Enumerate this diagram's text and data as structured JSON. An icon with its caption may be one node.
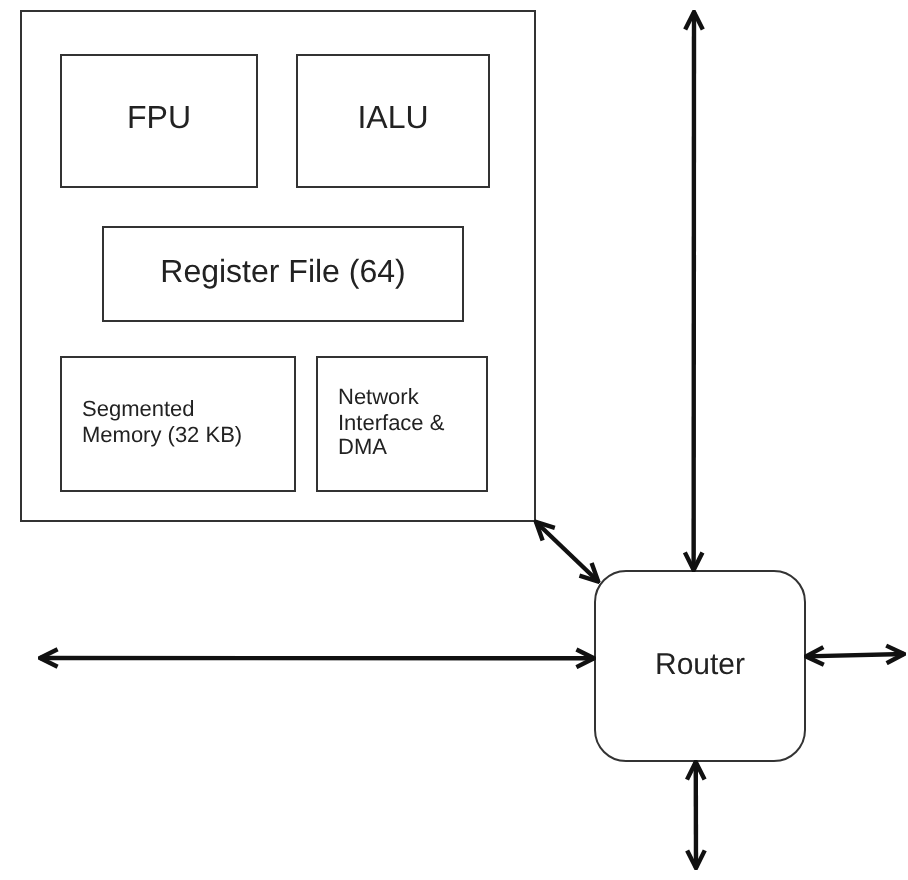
{
  "diagram": {
    "nodes": [
      {
        "text": [],
        "shape": "box"
      },
      {
        "text": [
          "FPU"
        ],
        "in": 0
      },
      {
        "text": [
          "IALU"
        ],
        "in": 0
      },
      {
        "text": [
          "Register File (64)"
        ],
        "in": 0
      },
      {
        "text": [
          "Segmented Memory (32 KB)"
        ],
        "in": 0
      },
      {
        "text": [
          "Network Interface & DMA"
        ],
        "in": 0
      },
      {
        "text": [
          "Router"
        ]
      }
    ],
    "edges": [
      {
        "from": 0,
        "to": 6,
        "arrow": "both"
      },
      {
        "from": null,
        "to": 6,
        "arrow": "both"
      },
      {
        "from": null,
        "to": 6,
        "arrow": "both"
      },
      {
        "from": 6,
        "to": null,
        "arrow": "both"
      },
      {
        "from": 6,
        "to": null,
        "arrow": "both"
      }
    ]
  }
}
